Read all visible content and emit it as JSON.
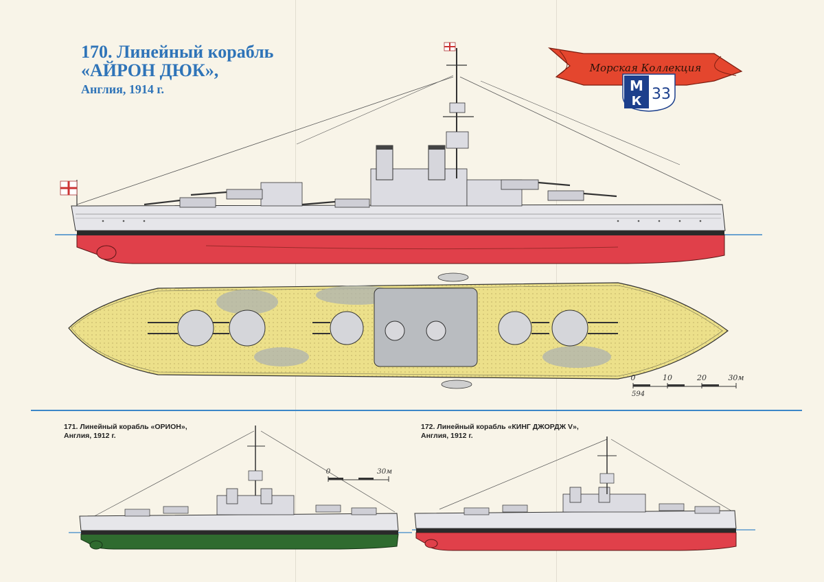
{
  "main_ship": {
    "number_title": "170. Линейный корабль",
    "name": "«АЙРОН ДЮК»,",
    "origin": "Англия, 1914 г."
  },
  "logo": {
    "ribbon_text": "Морская Коллекция",
    "letters": "МК",
    "issue": "33"
  },
  "scale_main": {
    "ticks": [
      "0",
      "10",
      "20",
      "30м"
    ],
    "mark": "594"
  },
  "scale_small": {
    "ticks": [
      "0",
      "30м"
    ]
  },
  "ship_171": {
    "title": "171. Линейный корабль «ОРИОН»,",
    "origin": "Англия, 1912 г."
  },
  "ship_172": {
    "title": "172. Линейный корабль «КИНГ ДЖОРДЖ V»,",
    "origin": "Англия, 1912 г."
  },
  "colors": {
    "title_blue": "#2f74b8",
    "hull_red": "#e0404a",
    "hull_green": "#2f6b2f",
    "hull_grey": "#e6e6ea",
    "deck_yellow": "#ece08a"
  }
}
